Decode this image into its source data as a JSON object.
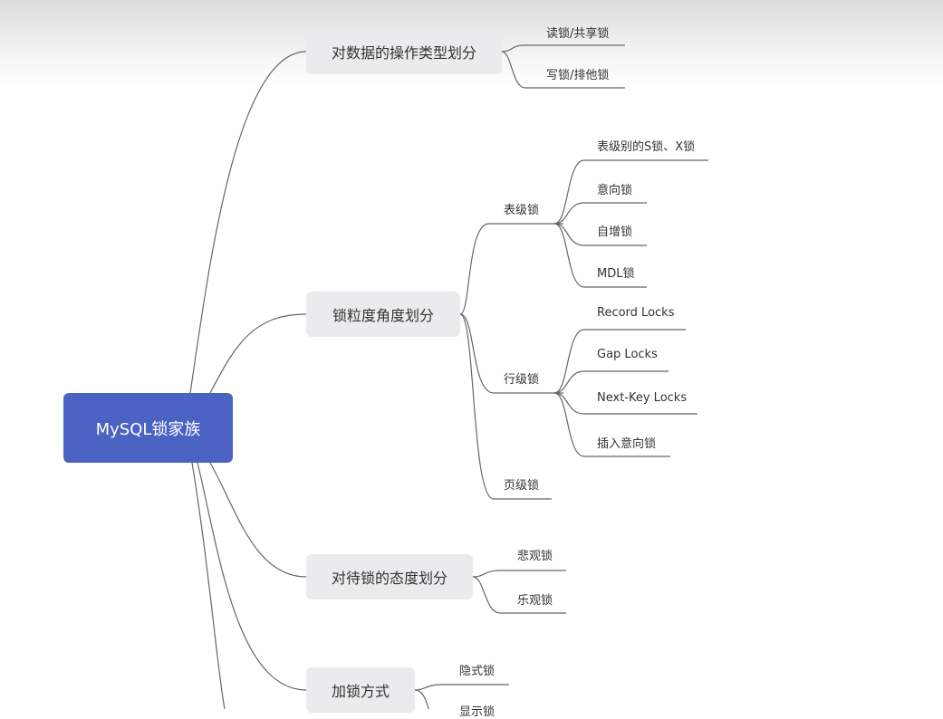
{
  "root": {
    "label": "MySQL锁家族",
    "color": "#4a63c2"
  },
  "branches": [
    {
      "label": "对数据的操作类型划分",
      "children": [
        "读锁/共享锁",
        "写锁/排他锁"
      ]
    },
    {
      "label": "锁粒度角度划分",
      "children": [
        {
          "label": "表级锁",
          "children": [
            "表级别的S锁、X锁",
            "意向锁",
            "自增锁",
            "MDL锁"
          ]
        },
        {
          "label": "行级锁",
          "children": [
            "Record Locks",
            "Gap Locks",
            "Next-Key Locks",
            "插入意向锁"
          ]
        },
        {
          "label": "页级锁"
        }
      ]
    },
    {
      "label": "对待锁的态度划分",
      "children": [
        "悲观锁",
        "乐观锁"
      ]
    },
    {
      "label": "加锁方式",
      "children": [
        "隐式锁",
        "显示锁"
      ]
    }
  ]
}
